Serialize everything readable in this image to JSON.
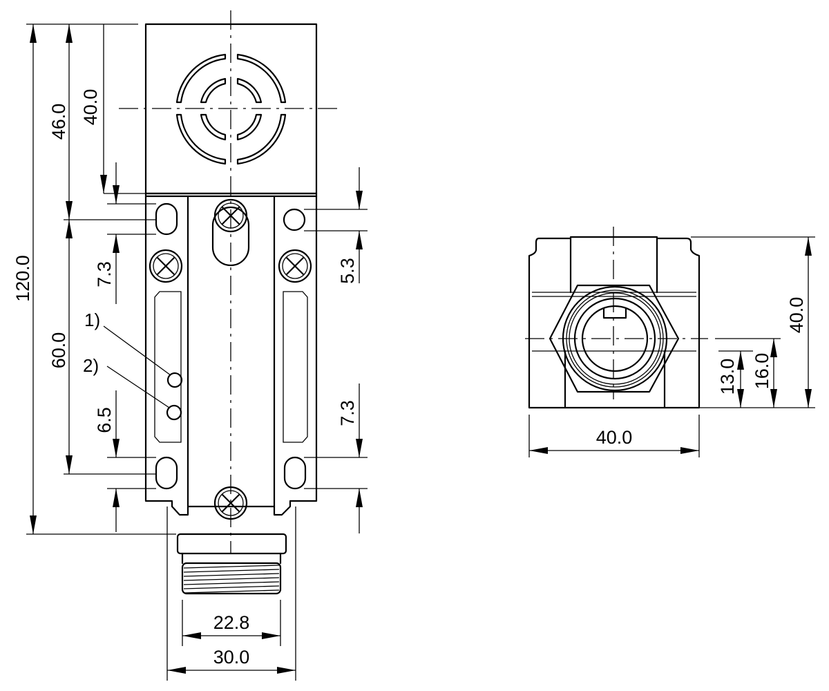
{
  "dimensions": {
    "total_length": "120.0",
    "head_height": "46.0",
    "head_center": "40.0",
    "hole_spacing": "60.0",
    "top_left_hole": "7.3",
    "top_right_hole": "5.3",
    "bottom_left_hole": "6.5",
    "bottom_right_hole": "7.3",
    "connector_width": "22.8",
    "body_width": "30.0",
    "end_width": "40.0",
    "end_height": "40.0",
    "end_axis_low": "13.0",
    "end_axis_high": "16.0"
  },
  "notes": {
    "note1": "1)",
    "note2": "2)"
  }
}
